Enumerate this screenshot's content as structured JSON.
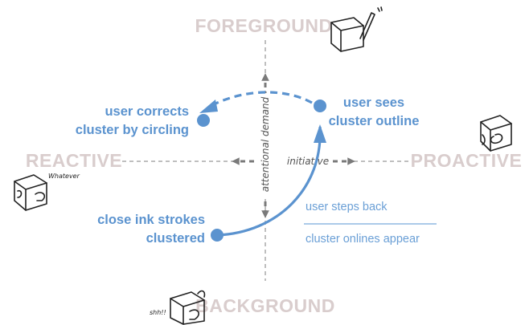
{
  "poles": {
    "foreground": "FOREGROUND",
    "background": "BACKGROUND",
    "reactive": "REACTIVE",
    "proactive": "PROACTIVE"
  },
  "axes": {
    "horizontal_label": "initiative",
    "vertical_label": "attentional demand"
  },
  "states": {
    "clustered": [
      "close ink strokes",
      "clustered"
    ],
    "sees_outline": [
      "user sees",
      "cluster outline"
    ],
    "corrects": [
      "user corrects",
      "cluster by circling"
    ]
  },
  "transition": {
    "above_line": "user steps back",
    "below_line": "cluster onlines appear"
  },
  "sketch_captions": {
    "reactive_bubble": "Whatever",
    "background_bubble": "shh!!"
  },
  "colors": {
    "accent_blue": "#5b93cf",
    "pole_gray": "#d9cdcd",
    "axis_gray": "#7a7a7a"
  }
}
